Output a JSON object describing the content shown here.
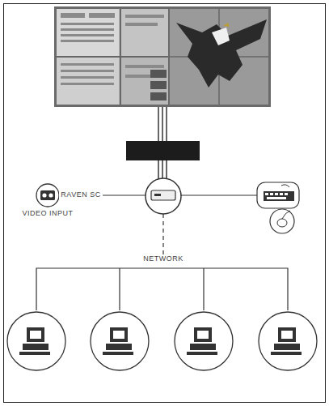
{
  "diagram": {
    "nodes": [
      {
        "text": [
          "VIDEO INPUT"
        ]
      }
    ],
    "labels": [
      "RAVEN SC",
      "NETWORK"
    ]
  }
}
